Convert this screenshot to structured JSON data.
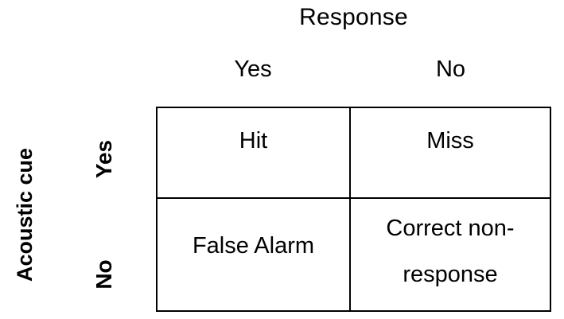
{
  "diagram": {
    "column_group_label": "Response",
    "row_group_label": "Acoustic cue",
    "column_headers": [
      "Yes",
      "No"
    ],
    "row_headers": [
      "Yes",
      "No"
    ],
    "cells": [
      [
        "Hit",
        "Miss"
      ],
      [
        "False Alarm",
        "Correct non-response"
      ]
    ],
    "cell_lines": {
      "hit": "Hit",
      "miss": "Miss",
      "false_alarm": "False Alarm",
      "correct_nonresponse_line1": "Correct non-",
      "correct_nonresponse_line2": "response"
    },
    "colors": {
      "background": "#ffffff",
      "text": "#000000",
      "border": "#000000"
    }
  }
}
